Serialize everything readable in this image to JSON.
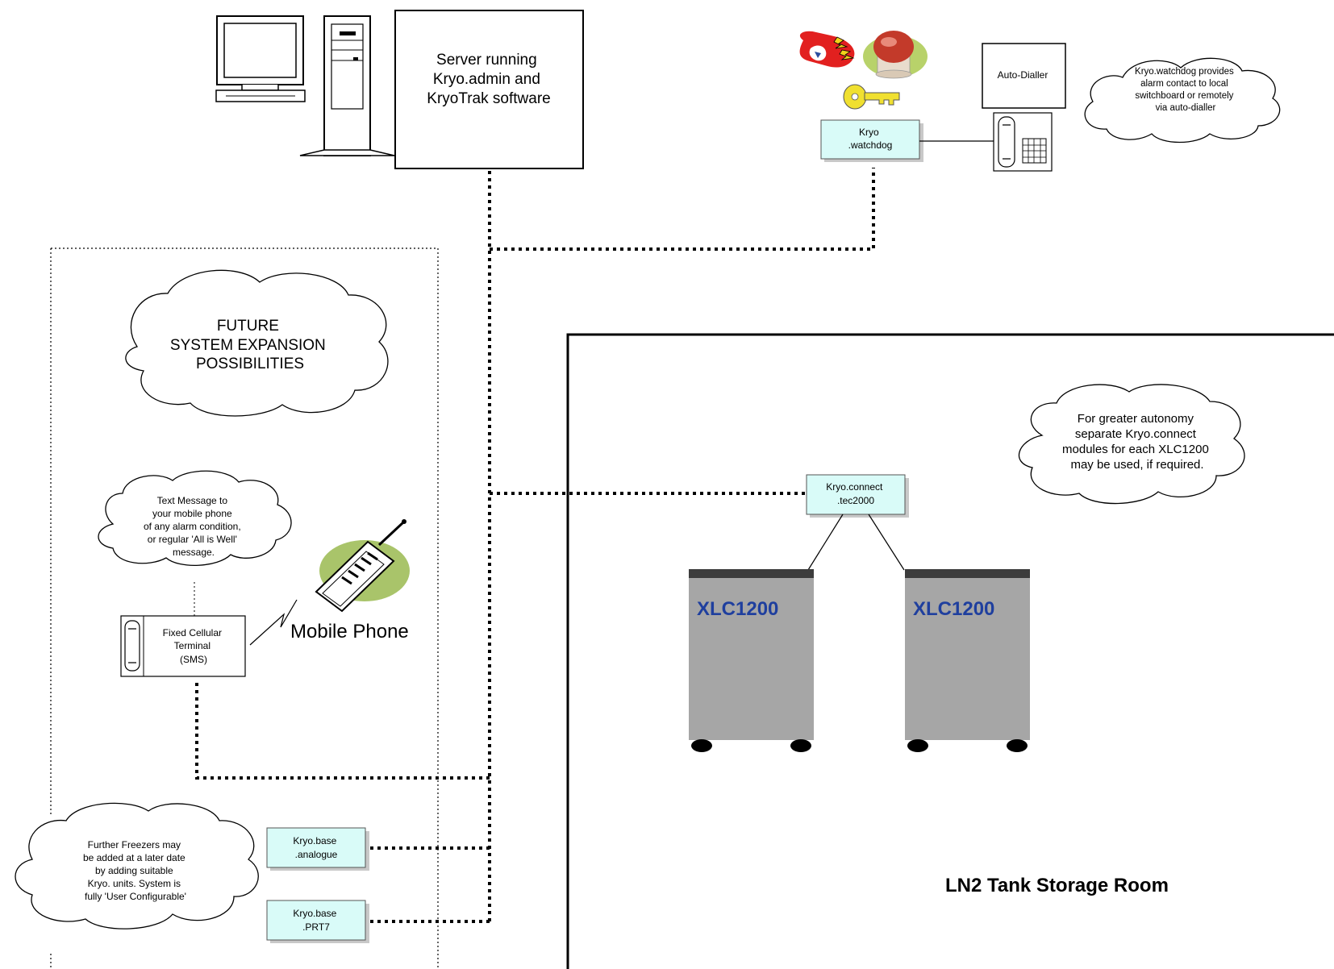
{
  "server": {
    "label_lines": [
      "Server running",
      "Kryo.admin and",
      "KryoTrak software"
    ]
  },
  "autodialler": {
    "label": "Auto-Dialler"
  },
  "watchdog": {
    "label_lines": [
      "Kryo",
      ".watchdog"
    ]
  },
  "watchdog_note": {
    "lines": [
      "Kryo.watchdog provides",
      "alarm contact to local",
      "switchboard or remotely",
      "via auto-dialler"
    ]
  },
  "future": {
    "lines": [
      "FUTURE",
      "SYSTEM EXPANSION",
      "POSSIBILITIES"
    ]
  },
  "sms_note": {
    "lines": [
      "Text Message to",
      "your mobile phone",
      "of any alarm condition,",
      "or  regular 'All is Well'",
      "message."
    ]
  },
  "cellular_terminal": {
    "label_lines": [
      "Fixed Cellular",
      "Terminal",
      "(SMS)"
    ]
  },
  "mobile_phone": {
    "label": "Mobile Phone"
  },
  "freezers_note": {
    "lines": [
      "Further Freezers may",
      "be added at a later date",
      "by adding suitable",
      "Kryo. units. System is",
      "fully 'User Configurable'"
    ]
  },
  "base_analogue": {
    "label_lines": [
      "Kryo.base",
      ".analogue"
    ]
  },
  "base_prt7": {
    "label_lines": [
      "Kryo.base",
      ".PRT7"
    ]
  },
  "connect": {
    "label_lines": [
      "Kryo.connect",
      ".tec2000"
    ]
  },
  "autonomy_note": {
    "lines": [
      "For greater autonomy",
      "separate Kryo.connect",
      "modules for each XLC1200",
      "may be used, if required."
    ]
  },
  "freezer_left": {
    "label": "XLC1200"
  },
  "freezer_right": {
    "label": "XLC1200"
  },
  "room": {
    "label": "LN2 Tank Storage Room"
  },
  "colors": {
    "freezer_body": "#a6a6a6",
    "freezer_top": "#3c3c3c",
    "freezer_label": "#1f3f9e",
    "module_fill": "#d9fbf8",
    "phone_green": "#a9c46a"
  }
}
